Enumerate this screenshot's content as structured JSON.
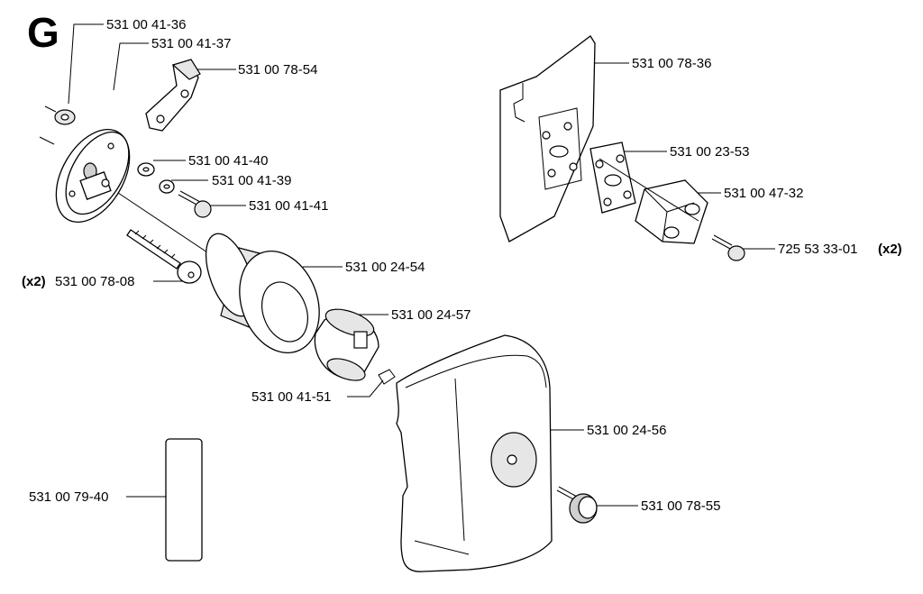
{
  "section_letter": "G",
  "parts": [
    {
      "number": "531 00 41-36",
      "qty": ""
    },
    {
      "number": "531 00 41-37",
      "qty": ""
    },
    {
      "number": "531 00 78-54",
      "qty": ""
    },
    {
      "number": "531 00 41-40",
      "qty": ""
    },
    {
      "number": "531 00 41-39",
      "qty": ""
    },
    {
      "number": "531 00 41-41",
      "qty": ""
    },
    {
      "number": "531 00 78-08",
      "qty": "(x2)"
    },
    {
      "number": "531 00 24-54",
      "qty": ""
    },
    {
      "number": "531 00 24-57",
      "qty": ""
    },
    {
      "number": "531 00 41-51",
      "qty": ""
    },
    {
      "number": "531 00 24-56",
      "qty": ""
    },
    {
      "number": "531 00 78-55",
      "qty": ""
    },
    {
      "number": "531 00 79-40",
      "qty": ""
    },
    {
      "number": "531 00 78-36",
      "qty": ""
    },
    {
      "number": "531 00 23-53",
      "qty": ""
    },
    {
      "number": "531 00 47-32",
      "qty": ""
    },
    {
      "number": "725 53 33-01",
      "qty": "(x2)"
    }
  ]
}
